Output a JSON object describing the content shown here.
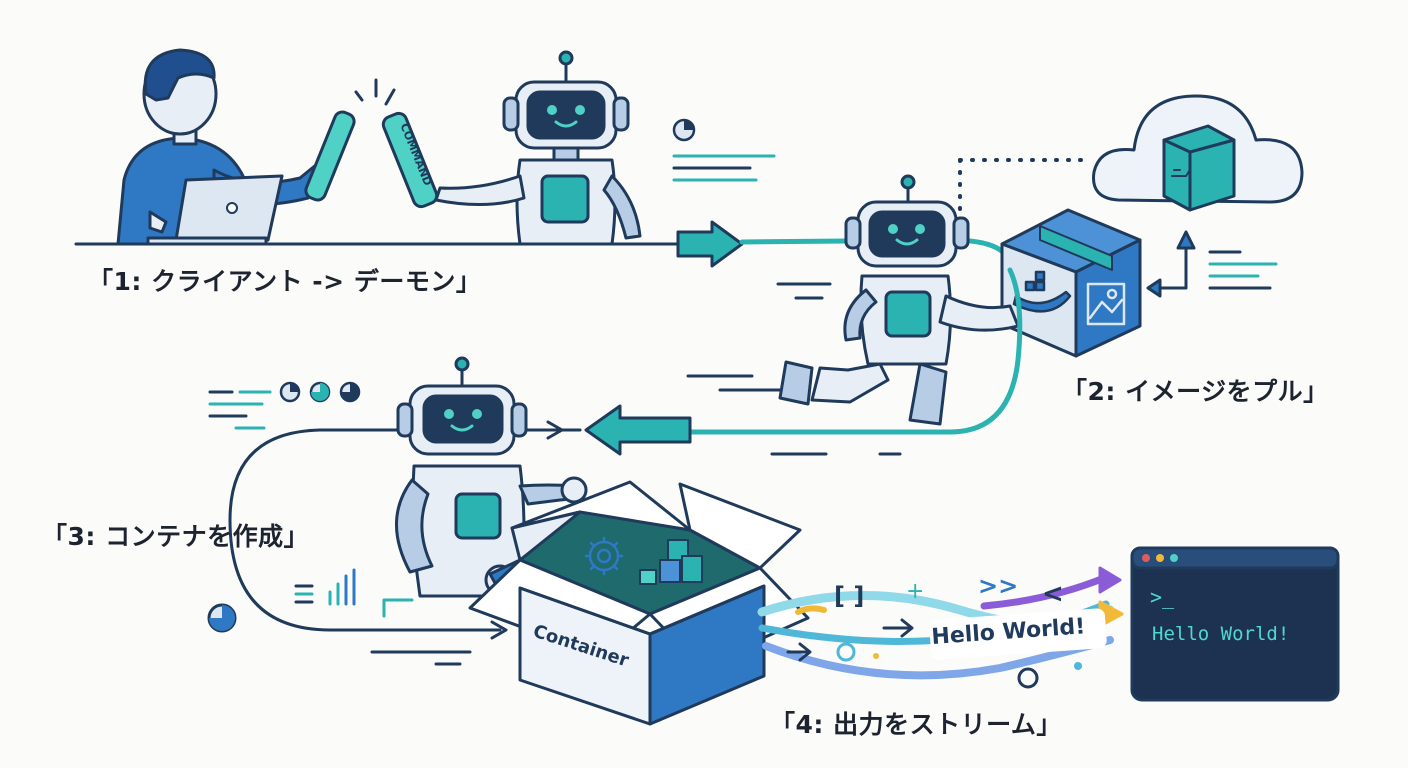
{
  "steps": [
    {
      "label": "「1: クライアント -> デーモン」"
    },
    {
      "label": "「2: イメージをプル」"
    },
    {
      "label": "「3: コンテナを作成」"
    },
    {
      "label": "「4: 出力をストリーム」"
    }
  ],
  "baton_text": "COMMAND",
  "box_label": "Container",
  "stream_text": "Hello World!",
  "stream_bracket": "[ ]",
  "stream_plus": "+",
  "stream_chevrons": ">>",
  "stream_lt": "<",
  "terminal": {
    "prompt": ">_",
    "output": "Hello World!"
  },
  "colors": {
    "navy": "#1f3a5a",
    "blue": "#2f78c4",
    "teal": "#2bb3b1",
    "cyan": "#4fd1c5",
    "terminal_bg": "#1c3250",
    "terminal_text": "#4fd8d0",
    "purple": "#8a5cd8",
    "yellow": "#f2b938"
  },
  "icons": [
    "laptop-icon",
    "docker-whale-icon",
    "cloud-icon",
    "image-icon",
    "gear-icon",
    "cubes-icon",
    "pie-chart-icon",
    "bar-chart-icon"
  ]
}
